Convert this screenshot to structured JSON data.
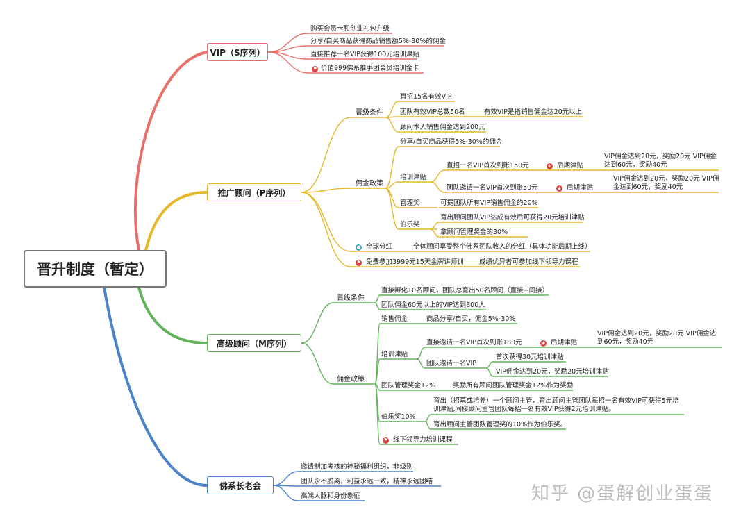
{
  "title": "晋升制度（暂定）",
  "colors": {
    "vip": "#e8706a",
    "p": "#e5b82a",
    "m": "#62b45a",
    "elder": "#4d82c9",
    "icon_red": "#d9413c"
  },
  "vip": {
    "label": "VIP（S序列）",
    "items": [
      "购买会员卡和创业礼包升级",
      "分享/自买商品获得商品销售额5%-30%的佣金",
      "直接推荐一名VIP获得100元培训津贴",
      "价值999佛系推手团会员培训金卡"
    ]
  },
  "p": {
    "label": "推广顾问（P序列）",
    "conditions_label": "晋级条件",
    "conditions": [
      "直招15名有效VIP",
      "团队有效VIP总数50名",
      "顾问本人销售佣金达到200元"
    ],
    "effective_note": "有效VIP是指销售佣金达20元以上",
    "policy_label": "佣金政策",
    "share": "分享/自买商品获得5%-30%的佣金",
    "training_label": "培训津贴",
    "direct": "直招一名VIP首次到账150元",
    "invite": "团队邀请一名VIP首次到账50元",
    "later_label": "后期津贴",
    "later1": "VIP佣金达到20元，奖励20元  VIP佣金达到60元，奖励40元",
    "later2": "VIP佣金达到20元，奖励20元  VIP佣金达到60元，奖励40元",
    "mgmt_label": "管理奖",
    "mgmt": "可提团队所有VIP销售佣金的20%",
    "bole_label": "伯乐奖",
    "bole1": "育出顾问团队VIP达成有效后可获得20元培训津贴",
    "bole2": "拿顾问管理奖金的30%",
    "global_label": "全球分红",
    "global": "全体顾问享受整个佛系团队收入的分红（具体功能后期上线）",
    "free_course": "免费参加3999元15天金牌讲师训",
    "free_course_note": "成绩优异者可参加线下领导力课程"
  },
  "m": {
    "label": "高级顾问（M序列）",
    "conditions_label": "晋级条件",
    "conditions": [
      "直接孵化10名顾问，团队总育出50名顾问（直接+间接）",
      "团队佣金60元以上的VIP达到800人"
    ],
    "policy_label": "佣金政策",
    "sales_label": "销售佣金",
    "sales": "商品分享/自买，佣金5%-30%",
    "training_label": "培训津贴",
    "direct": "直接邀请一名VIP首次到账180元",
    "later_label": "后期津贴",
    "later": "VIP佣金达到20元，奖励20元  VIP佣金达到60元，奖励40元",
    "invite": "团队邀请一名VIP",
    "invite1": "首次获得30元培训津贴",
    "invite2": "VIP佣金达到20元，奖励20元培训津贴",
    "team_label": "团队管理奖金12%",
    "team": "奖励所有顾问团队管理奖金12%作为奖励",
    "bole_label": "伯乐奖10%",
    "bole1": "育出（招募或培养）一个顾问主管，育出顾问主管团队每招一名有效VIP可获得5元培训津贴,间接顾问主管团队每招一名有效VIP获得2元培训津贴。",
    "bole2": "育出顾问主管团队管理奖的10%作为伯乐奖。",
    "offline": "线下领导力培训课程"
  },
  "elder": {
    "label": "佛系长老会",
    "items": [
      "邀请制加考核的神秘福利组织，非级别",
      "团队永不脱离，利益永远一致，精神永远团结",
      "高端人脉和身份象征"
    ]
  },
  "watermark": "知乎 @蛋解创业蛋蛋"
}
